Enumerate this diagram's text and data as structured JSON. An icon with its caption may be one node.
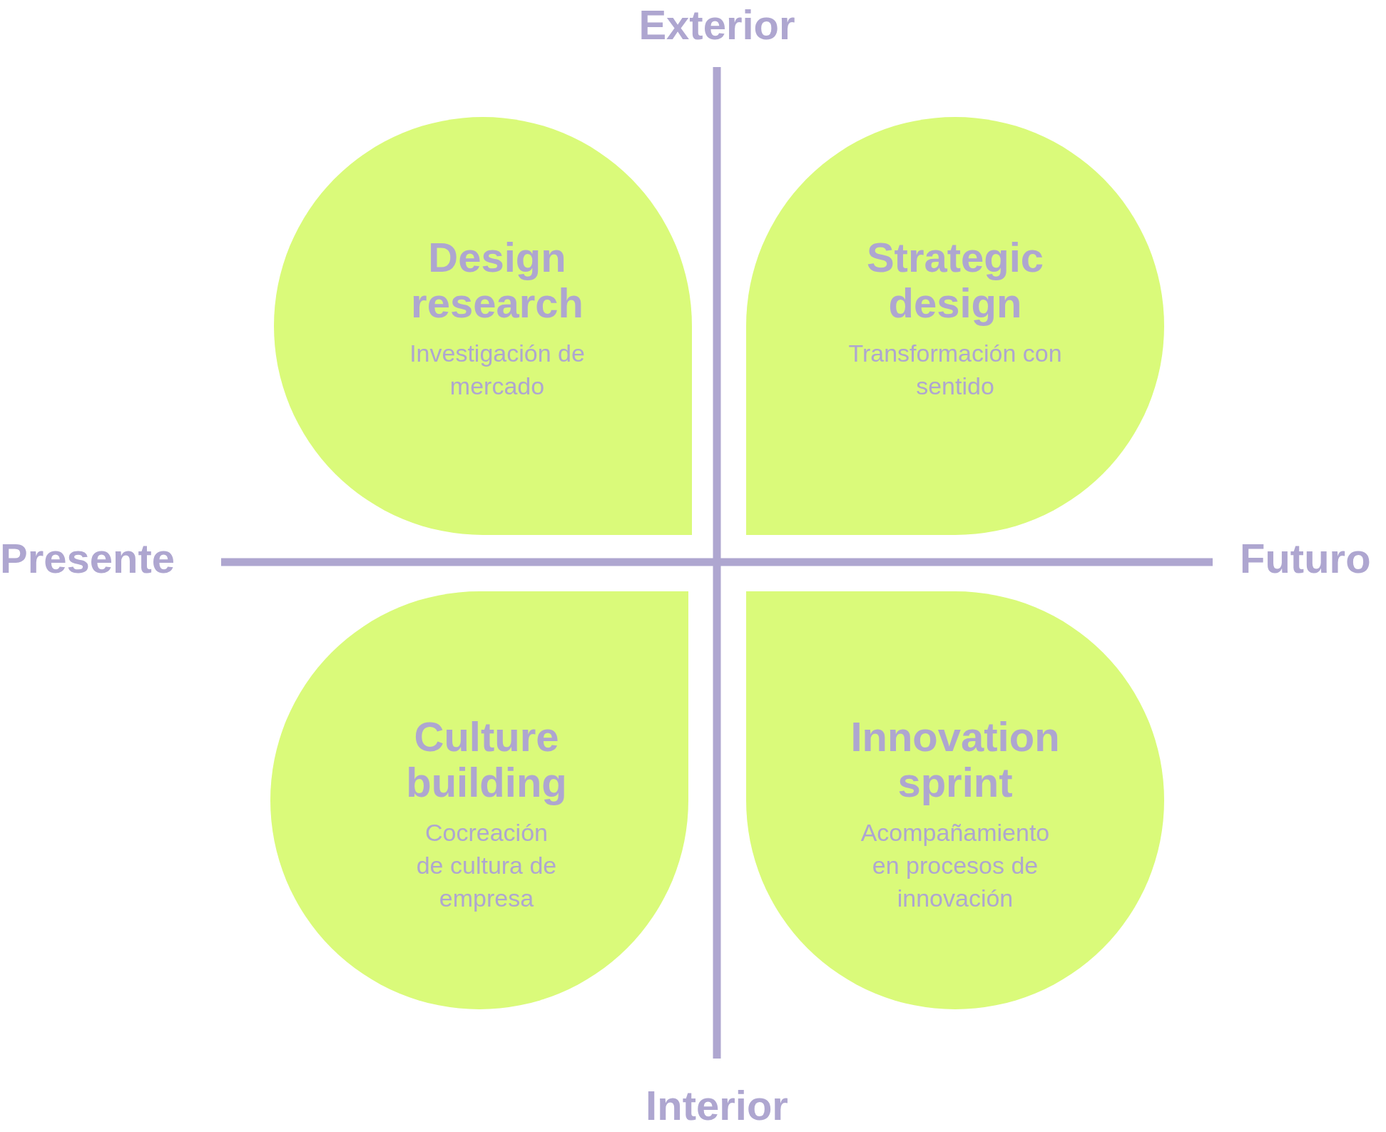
{
  "diagram": {
    "nodes": [
      {
        "text": [
          "Design research",
          "Investigación de mercado"
        ]
      },
      {
        "text": [
          "Strategic design",
          "Transformación con sentido"
        ]
      },
      {
        "text": [
          "Culture building",
          "Cocreación de cultura de empresa"
        ]
      },
      {
        "text": [
          "Innovation sprint",
          "Acompañamiento en procesos de innovación"
        ]
      }
    ],
    "labels": [
      "Exterior",
      "Presente",
      "Futuro",
      "Interior"
    ]
  }
}
